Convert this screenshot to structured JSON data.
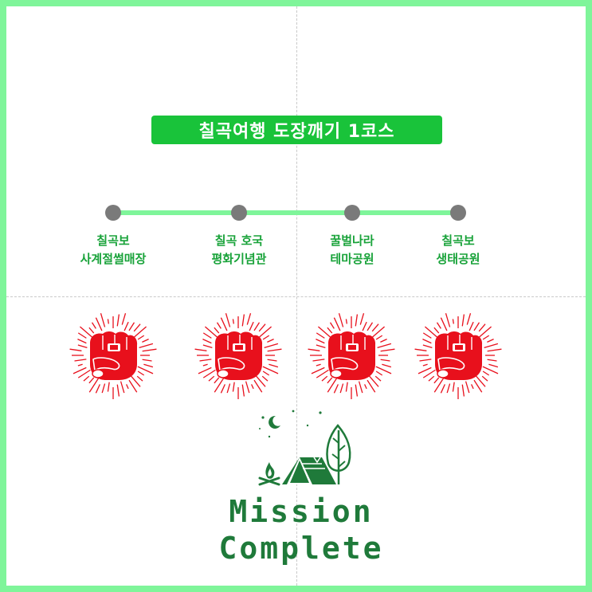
{
  "title": "칠곡여행 도장깨기 1코스",
  "colors": {
    "frame": "#7ff59a",
    "badge": "#19c33a",
    "label": "#19a33a",
    "dot": "#7a7a7a",
    "stamp": "#e8101c",
    "forest": "#1f7a3a"
  },
  "stops": [
    {
      "line1": "칠곡보",
      "line2": "사계절썰매장"
    },
    {
      "line1": "칠곡 호국",
      "line2": "평화기념관"
    },
    {
      "line1": "꿀벌나라",
      "line2": "테마공원"
    },
    {
      "line1": "칠곡보",
      "line2": "생태공원"
    }
  ],
  "stamp_icon": "red-fist-stamp-icon",
  "camp_icon": "camping-tent-icon",
  "mission": {
    "line1": "Mission",
    "line2": "Complete"
  }
}
